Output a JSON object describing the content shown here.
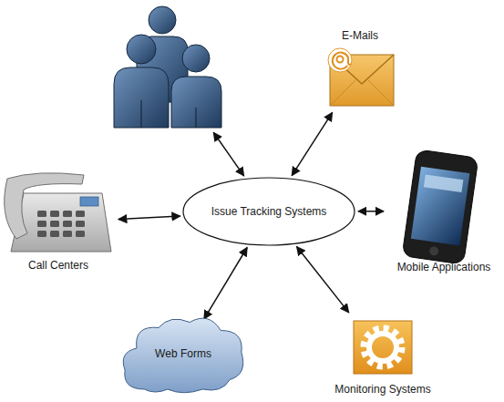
{
  "diagram": {
    "nodes": [
      {
        "text": []
      },
      {
        "text": [
          "E-Mails"
        ]
      },
      {
        "text": [
          "Call Centers"
        ]
      },
      {
        "text": [
          "Issue Tracking Systems"
        ]
      },
      {
        "text": [
          "Mobile Applications"
        ]
      },
      {
        "text": [
          "Web Forms"
        ]
      },
      {
        "text": [
          "Monitoring Systems"
        ]
      }
    ],
    "edges": [
      {
        "from": 3,
        "to": 0,
        "arrow": "both"
      },
      {
        "from": 3,
        "to": 1,
        "arrow": "both"
      },
      {
        "from": 3,
        "to": 2,
        "arrow": "both"
      },
      {
        "from": 3,
        "to": 4,
        "arrow": "both"
      },
      {
        "from": 3,
        "to": 5,
        "arrow": "both"
      },
      {
        "from": 3,
        "to": 6,
        "arrow": "both"
      }
    ]
  }
}
